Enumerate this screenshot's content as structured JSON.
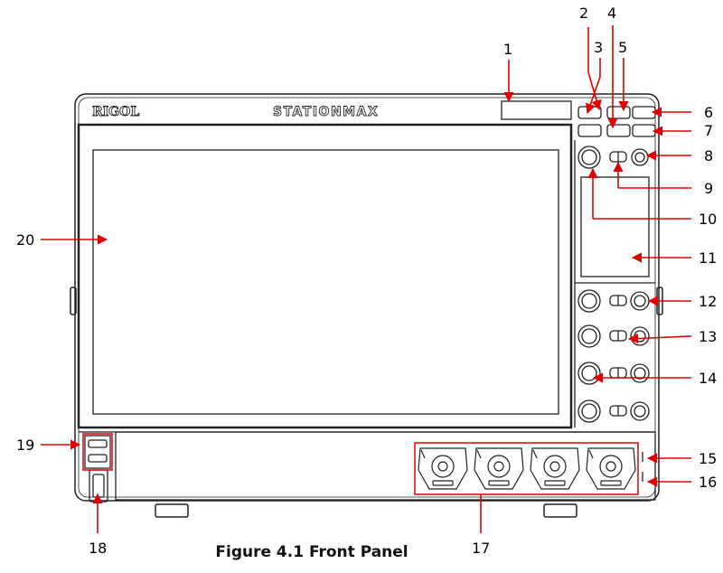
{
  "figure": {
    "caption": "Figure 4.1 Front Panel"
  },
  "panel": {
    "brand_logo": "RIGOL",
    "model_logo_text": "STATIONMAX",
    "callouts": [
      "1",
      "2",
      "3",
      "4",
      "5",
      "6",
      "7",
      "8",
      "9",
      "10",
      "11",
      "12",
      "13",
      "14",
      "15",
      "16",
      "17",
      "18",
      "19",
      "20"
    ]
  },
  "colors": {
    "outline": "#222222",
    "callout_arrow": "#e00000",
    "callout_text": "#000000"
  }
}
